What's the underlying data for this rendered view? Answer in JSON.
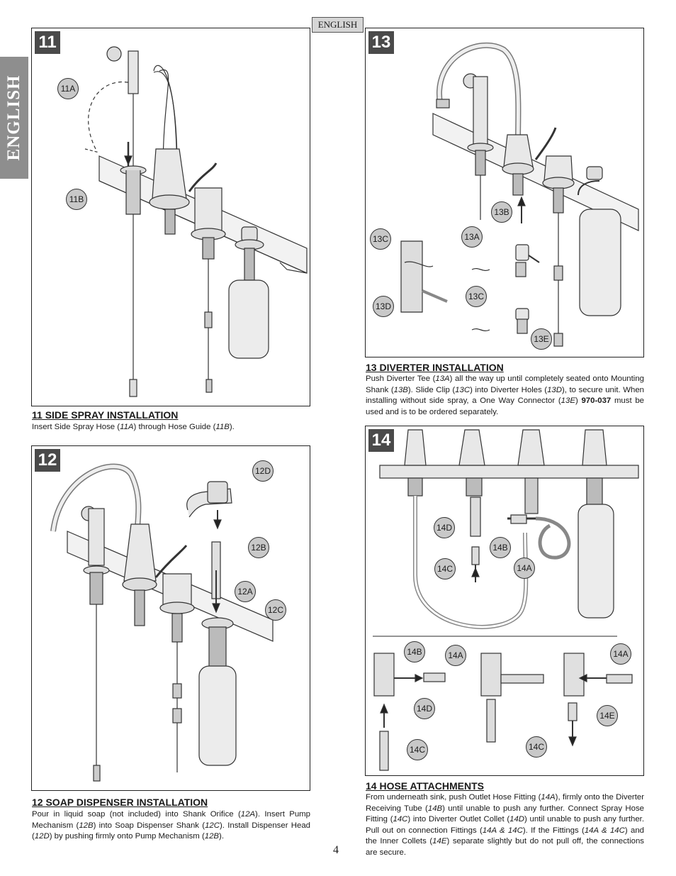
{
  "side_tab": "ENGLISH",
  "lang_badge": "ENGLISH",
  "page_number": "4",
  "figures": {
    "f11": {
      "num": "11",
      "c1": "11A",
      "c2": "11B"
    },
    "f12": {
      "num": "12",
      "c1": "12D",
      "c2": "12B",
      "c3": "12A",
      "c4": "12C"
    },
    "f13": {
      "num": "13",
      "c1": "13C",
      "c2": "13D",
      "c3": "13A",
      "c4": "13B",
      "c5": "13C",
      "c6": "13E"
    },
    "f14": {
      "num": "14",
      "c1": "14D",
      "c2": "14B",
      "c3": "14C",
      "c4": "14A",
      "c5": "14B",
      "c6": "14A",
      "c7": "14D",
      "c8": "14C",
      "c9": "14A",
      "c10": "14E",
      "c11": "14C"
    }
  },
  "sections": {
    "s11": {
      "title": "11  SIDE SPRAY INSTALLATION",
      "t1": "Insert Side Spray Hose (",
      "r1": "11A",
      "t2": ") through Hose Guide (",
      "r2": "11B",
      "t3": ")."
    },
    "s12": {
      "title": "12  SOAP DISPENSER INSTALLATION",
      "t1": "Pour in liquid soap (not included) into Shank Orifice (",
      "r1": "12A",
      "t2": ").  Insert Pump Mechanism (",
      "r2": "12B",
      "t3": ") into Soap Dispenser Shank (",
      "r3": "12C",
      "t4": ").  Install Dispenser Head (",
      "r4": "12D",
      "t5": ") by pushing firmly onto Pump Mechanism (",
      "r5": "12B",
      "t6": ")."
    },
    "s13": {
      "title": "13  DIVERTER INSTALLATION",
      "t1": "Push Diverter Tee (",
      "r1": "13A",
      "t2": ") all the way up until completely seated onto Mounting Shank (",
      "r2": "13B",
      "t3": ").  Slide Clip (",
      "r3": "13C",
      "t4": ") into Diverter Holes (",
      "r4": "13D",
      "t5": "), to secure unit. When installing without side spray, a One Way Connector (",
      "r5": "13E",
      "t6": ") ",
      "b1": "970-037",
      "t7": " must be used and is to be ordered separately."
    },
    "s14": {
      "title": "14  HOSE ATTACHMENTS",
      "t1": "From underneath sink, push Outlet Hose Fitting (",
      "r1": "14A",
      "t2": "), firmly onto the Diverter Receiving Tube (",
      "r2": "14B",
      "t3": ") until unable to push any further.  Connect Spray Hose Fitting (",
      "r3": "14C",
      "t4": ") into Diverter Outlet Collet (",
      "r4": "14D",
      "t5": ") until unable to push any further.  Pull out on connection Fittings (",
      "r5": "14A & 14C",
      "t6": ").  If the Fittings (",
      "r6": "14A & 14C",
      "t7": ") and the Inner Collets (",
      "r7": "14E",
      "t8": ") separate slightly but do not pull off, the connections are secure."
    }
  }
}
